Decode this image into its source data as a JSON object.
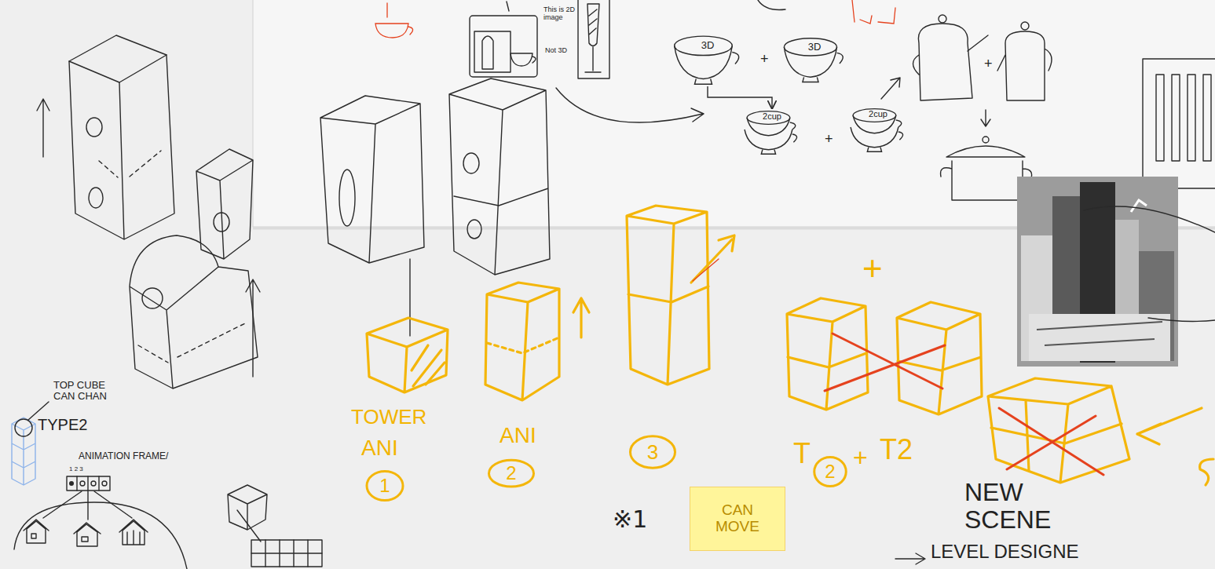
{
  "diagram": {
    "nodes": [
      {
        "text": [
          "3D"
        ]
      },
      {
        "text": [
          "3D"
        ]
      },
      {
        "text": [
          "2cup"
        ]
      },
      {
        "text": [
          "2cup"
        ]
      },
      {
        "text": [
          "1"
        ]
      },
      {
        "text": [
          "2"
        ]
      },
      {
        "text": [
          "3"
        ]
      },
      {
        "text": [
          "2"
        ]
      },
      {
        "text": [
          "CAN MOVE"
        ]
      }
    ],
    "edges": [
      {
        "from": 0,
        "to": 2,
        "arrow": "to"
      }
    ],
    "labels": [
      "This is 2D image",
      "Not 3D",
      "+",
      "+",
      "+",
      "TOWER",
      "ANI",
      "ANI",
      "+",
      "T",
      "+",
      "T2",
      "※1",
      "NEW SCENE",
      "LEVEL DESIGNE",
      "TOP CUBE CAN CHAN",
      "TYPE2",
      "ANIMATION FRAME/",
      "1 2 3"
    ]
  }
}
